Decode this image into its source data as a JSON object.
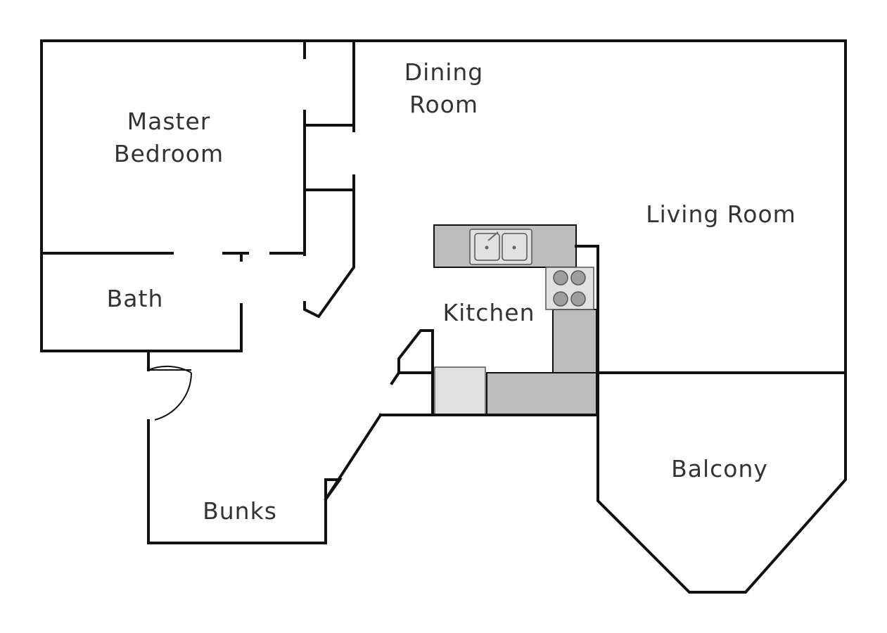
{
  "rooms": {
    "master_bedroom": [
      "Master",
      "Bedroom"
    ],
    "dining_room": [
      "Dining",
      "Room"
    ],
    "living_room": "Living Room",
    "bath": "Bath",
    "kitchen": "Kitchen",
    "bunks": "Bunks",
    "balcony": "Balcony"
  },
  "colors": {
    "wall": "#111111",
    "counter": "#bdbdbd",
    "appliance": "#e1e1e1",
    "label": "#333333"
  }
}
